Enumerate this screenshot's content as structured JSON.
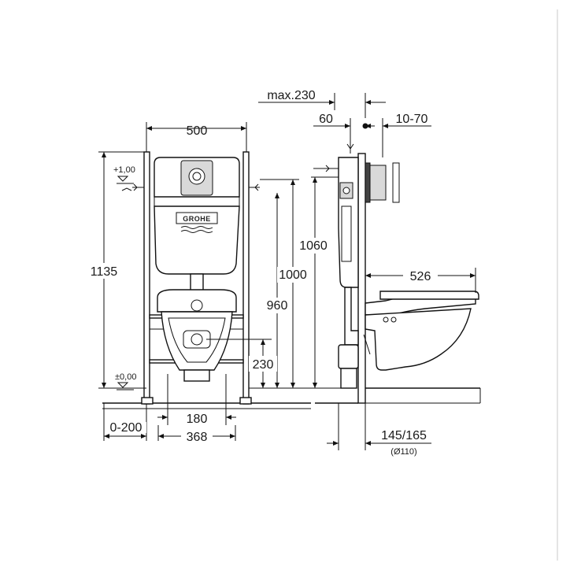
{
  "brand": {
    "logo_text": "GROHE",
    "colors": {
      "line": "#111111",
      "shade": "#d9d9d9",
      "dark": "#444444"
    }
  },
  "dimensions": {
    "width_500": "500",
    "height_1135": "1135",
    "height_1060": "1060",
    "height_1000": "1000",
    "height_960": "960",
    "height_230": "230",
    "width_180": "180",
    "width_368": "368",
    "offset_0_200": "0-200",
    "max_230": "max.230",
    "d_60": "60",
    "d_10_70": "10-70",
    "d_526": "526",
    "d_145_165": "145/165",
    "pipe_dia": "(Ø110)",
    "level_top": "+1,00",
    "level_floor": "±0,00"
  }
}
